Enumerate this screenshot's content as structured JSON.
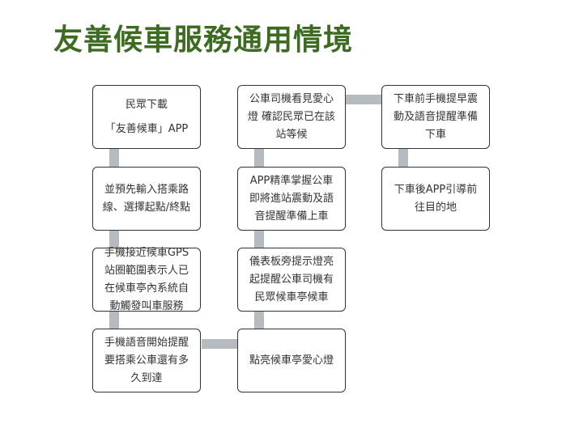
{
  "page": {
    "title": "友善候車服務通用情境"
  },
  "steps": {
    "s1": {
      "lines": [
        "民眾下載",
        "「友善候車」APP"
      ]
    },
    "s2": {
      "lines": [
        "並預先輸入搭乘路",
        "線、選擇起點/終點"
      ]
    },
    "s3": {
      "lines": [
        "手機接近候車GPS",
        "站圈範圍表示人已",
        "在候車亭內系統自",
        "動觸發叫車服務"
      ]
    },
    "s4": {
      "lines": [
        "手機語音開始提醒",
        "要搭乘公車還有多",
        "久到達"
      ]
    },
    "s5": {
      "lines": [
        "點亮候車亭愛心燈"
      ]
    },
    "s6": {
      "lines": [
        "儀表板旁提示燈亮",
        "起提醒公車司機有",
        "民眾候車亭候車"
      ]
    },
    "s7": {
      "lines": [
        "APP精準掌握公車",
        "即將進站震動及語",
        "音提醒準備上車"
      ]
    },
    "s8": {
      "lines": [
        "公車司機看見愛心",
        "燈 確認民眾已在該",
        "站等候"
      ]
    },
    "s9": {
      "lines": [
        "下車前手機提早震",
        "動及語音提醒準備",
        "下車"
      ]
    },
    "s10": {
      "lines": [
        "下車後APP引導前",
        "往目的地"
      ]
    }
  }
}
